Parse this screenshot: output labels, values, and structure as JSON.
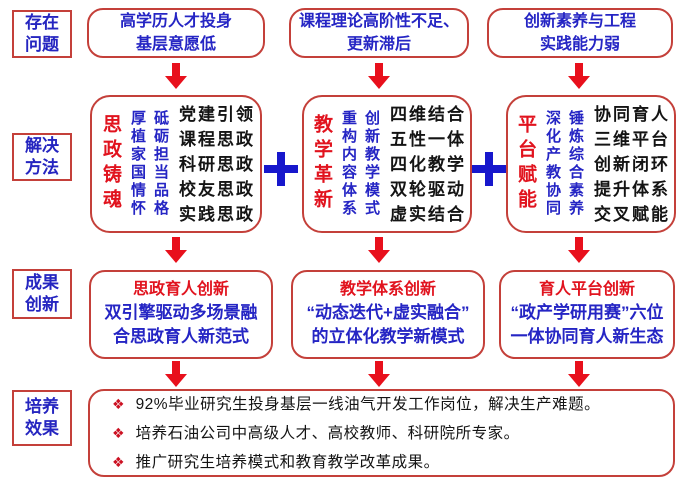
{
  "colors": {
    "border_red": "#c4403a",
    "text_blue": "#2525c4",
    "text_red": "#e1131e",
    "arrow_red": "#e8101c",
    "plus_blue": "#1717cc",
    "text_black": "#141414"
  },
  "side_labels": [
    {
      "text": "存在\n问题"
    },
    {
      "text": "解决\n方法"
    },
    {
      "text": "成果\n创新"
    },
    {
      "text": "培养\n效果"
    }
  ],
  "problems": [
    {
      "text": "高学历人才投身\n基层意愿低"
    },
    {
      "text": "课程理论高阶性不足、\n更新滞后"
    },
    {
      "text": "创新素养与工程\n实践能力弱"
    }
  ],
  "plus_symbol": "+",
  "solutions": [
    {
      "theme": "思政铸魂",
      "pillars": [
        "厚植家国情怀",
        "砥砺担当品格"
      ],
      "items": [
        "党建引领",
        "课程思政",
        "科研思政",
        "校友思政",
        "实践思政"
      ]
    },
    {
      "theme": "教学革新",
      "pillars": [
        "重构内容体系",
        "创新教学模式"
      ],
      "items": [
        "四维结合",
        "五性一体",
        "四化教学",
        "双轮驱动",
        "虚实结合"
      ]
    },
    {
      "theme": "平台赋能",
      "pillars": [
        "深化产教协同",
        "锤炼综合素养"
      ],
      "items": [
        "协同育人",
        "三维平台",
        "创新闭环",
        "提升体系",
        "交叉赋能"
      ]
    }
  ],
  "outcomes": [
    {
      "title": "思政育人创新",
      "desc": "双引擎驱动多场景融\n合思政育人新范式"
    },
    {
      "title": "教学体系创新",
      "desc": "“动态迭代+虚实融合”\n的立体化教学新模式"
    },
    {
      "title": "育人平台创新",
      "desc": "“政产学研用赛”六位\n一体协同育人新生态"
    }
  ],
  "effects": {
    "bullet": "❖",
    "items": [
      "92%毕业研究生投身基层一线油气开发工作岗位，解决生产难题。",
      "培养石油公司中高级人才、高校教师、科研院所专家。",
      "推广研究生培养模式和教育教学改革成果。"
    ]
  }
}
